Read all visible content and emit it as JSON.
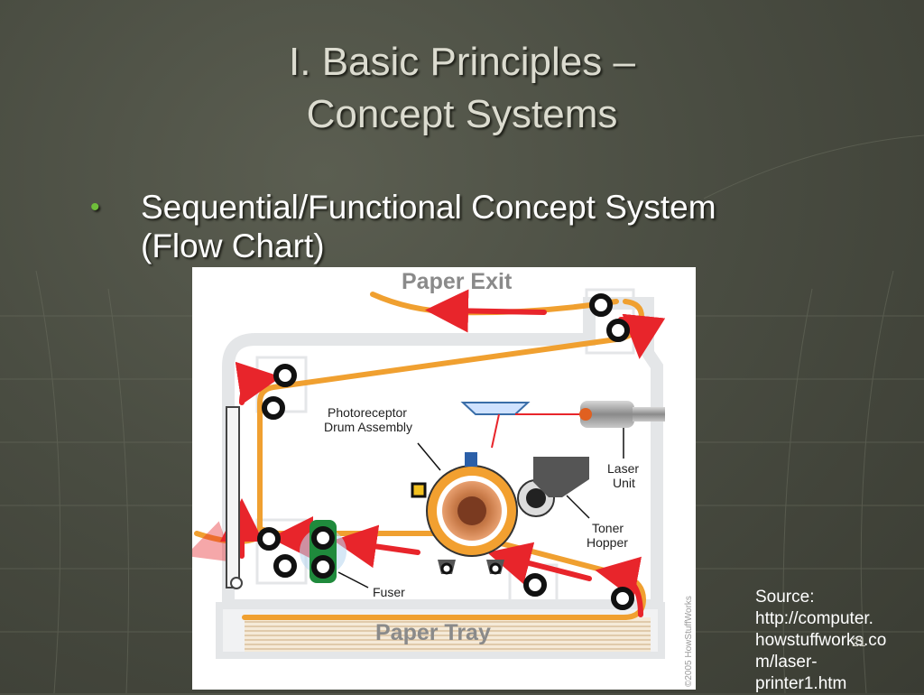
{
  "slide": {
    "title_line1": "I. Basic Principles –",
    "title_line2": "Concept Systems",
    "bullet_marker": "•",
    "bullet_line1": "Sequential/Functional Concept System",
    "bullet_line2": "(Flow Chart)",
    "source_lines": [
      "Source:",
      "http://computer.",
      "howstuffworks.co",
      "m/laser-",
      "printer1.htm"
    ],
    "slide_number": "21"
  },
  "diagram": {
    "labels": {
      "paper_exit": "Paper Exit",
      "paper_tray": "Paper Tray",
      "photoreceptor_line1": "Photoreceptor",
      "photoreceptor_line2": "Drum Assembly",
      "laser_line1": "Laser",
      "laser_line2": "Unit",
      "toner_line1": "Toner",
      "toner_line2": "Hopper",
      "fuser": "Fuser",
      "copyright": "©2005 HowStuffWorks"
    },
    "colors": {
      "paper_path": "#f0a030",
      "arrow": "#e8252b",
      "housing": "#e4e6e8",
      "fuser_green": "#1f8a3c"
    }
  }
}
